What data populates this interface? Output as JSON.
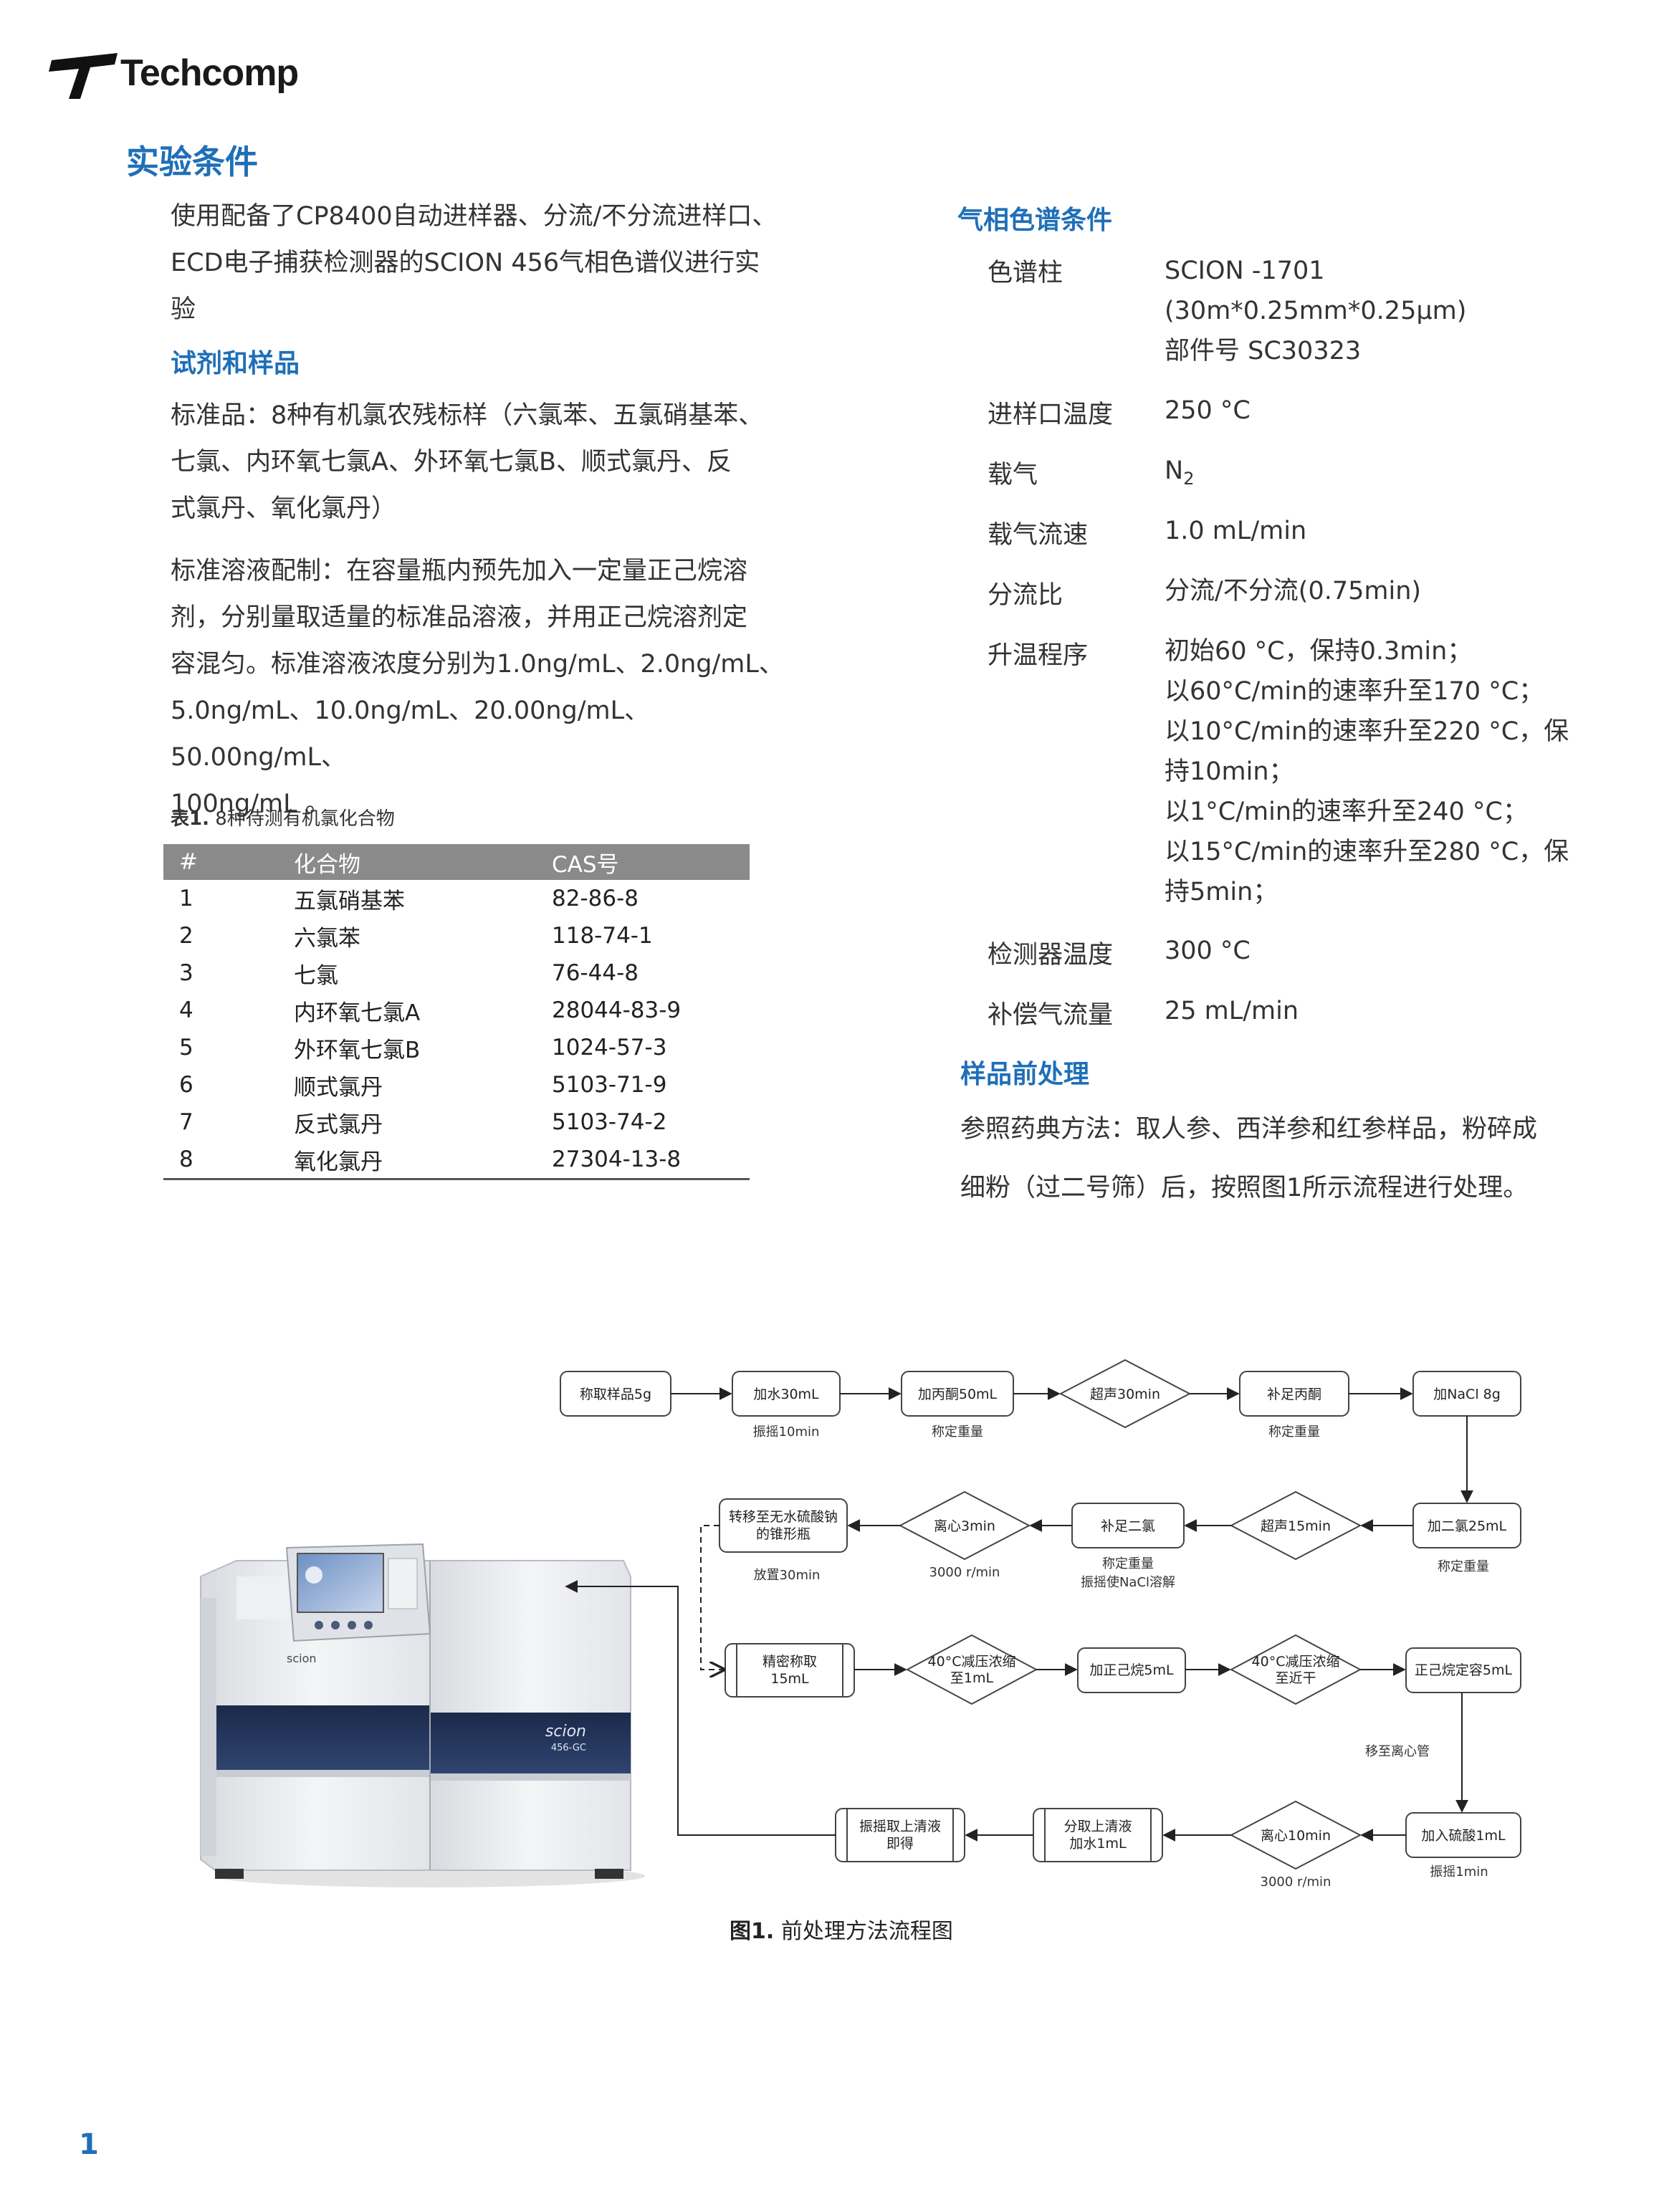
{
  "brand": {
    "name": "Techcomp"
  },
  "heading": "实验条件",
  "intro_lines": [
    "使用配备了CP8400自动进样器、分流/不分流进样口、",
    "ECD电子捕获检测器的SCION  456气相色谱仪进行实",
    "验"
  ],
  "reagents": {
    "title": "试剂和样品",
    "standard_lines": [
      "标准品：8种有机氯农残标样（六氯苯、五氯硝基苯、",
      "七氯、内环氧七氯A、外环氧七氯B、顺式氯丹、反",
      "式氯丹、氧化氯丹）"
    ],
    "solution_lines": [
      "标准溶液配制：在容量瓶内预先加入一定量正己烷溶",
      "剂，分别量取适量的标准品溶液，并用正己烷溶剂定",
      "容混匀。标准溶液浓度分别为1.0ng/mL、2.0ng/mL、",
      "5.0ng/mL、10.0ng/mL、20.00ng/mL、50.00ng/mL、",
      "100ng/mL 。"
    ]
  },
  "table1": {
    "caption_label": "表1.",
    "caption_text": " 8种待测有机氯化合物",
    "headers": [
      "#",
      "化合物",
      "CAS号"
    ],
    "rows": [
      [
        "1",
        "五氯硝基苯",
        "82-86-8"
      ],
      [
        "2",
        "六氯苯",
        "118-74-1"
      ],
      [
        "3",
        "七氯",
        "76-44-8"
      ],
      [
        "4",
        "内环氧七氯A",
        "28044-83-9"
      ],
      [
        "5",
        "外环氧七氯B",
        "1024-57-3"
      ],
      [
        "6",
        "顺式氯丹",
        "5103-71-9"
      ],
      [
        "7",
        "反式氯丹",
        "5103-74-2"
      ],
      [
        "8",
        "氧化氯丹",
        "27304-13-8"
      ]
    ]
  },
  "gc": {
    "title": "气相色谱条件",
    "column_label": "色谱柱",
    "column_lines": [
      "SCION -1701",
      "(30m*0.25mm*0.25μm)",
      "部件号  SC30323"
    ],
    "inlet_label": "进样口温度",
    "inlet_value": "250 °C",
    "carrier_label": "载气",
    "carrier_value": "N",
    "carrier_sub": "2",
    "flow_label": "载气流速",
    "flow_value": "1.0 mL/min",
    "split_label": "分流比",
    "split_value": "分流/不分流(0.75min)",
    "program_label": "升温程序",
    "program_lines": [
      "初始60 °C，保持0.3min；",
      "以60°C/min的速率升至170 °C；",
      "以10°C/min的速率升至220 °C，保",
      "持10min；",
      "以1°C/min的速率升至240 °C；",
      "以15°C/min的速率升至280 °C，保",
      "持5min；"
    ],
    "detector_label": "检测器温度",
    "detector_value": "300 °C",
    "makeup_label": "补偿气流量",
    "makeup_value": "25 mL/min"
  },
  "pretreatment": {
    "title": "样品前处理",
    "lines": [
      "参照药典方法：取人参、西洋参和红参样品，粉碎成",
      "细粉（过二号筛）后，按照图1所示流程进行处理。"
    ]
  },
  "flow": {
    "r1": [
      "称取样品5g",
      "加水30mL",
      "加丙酮50mL",
      "超声30min",
      "补足丙酮",
      "加NaCl 8g"
    ],
    "r1_notes": [
      "振摇10min",
      "称定重量",
      "称定重量"
    ],
    "r2": [
      "加二氯25mL",
      "超声15min",
      "补足二氯",
      "离心3min"
    ],
    "r2_box_last": [
      "转移至无水硫酸钠",
      "的锥形瓶"
    ],
    "r2_notes": [
      "称定重量",
      "称定重量",
      "振摇使NaCl溶解",
      "3000 r/min",
      "放置30min"
    ],
    "r3_first": [
      "精密称取",
      "15mL"
    ],
    "r3_conc1": [
      "40°C减压浓缩",
      "至1mL"
    ],
    "r3_add": "加正己烷5mL",
    "r3_conc2": [
      "40°C减压浓缩",
      "至近干"
    ],
    "r3_last": "正己烷定容5mL",
    "r3_note": "移至离心管",
    "r4_acid": "加入硫酸1mL",
    "r4_acid_note": "振摇1min",
    "r4_centri": "离心10min",
    "r4_centri_note": "3000 r/min",
    "r4_split": [
      "分取上清液",
      "加水1mL"
    ],
    "r4_final": [
      "振摇取上清液",
      "即得"
    ]
  },
  "instrument": {
    "brand": "scion",
    "model": "456-GC"
  },
  "figure_caption": {
    "label": "图1.",
    "text": " 前处理方法流程图"
  },
  "page_number": "1"
}
